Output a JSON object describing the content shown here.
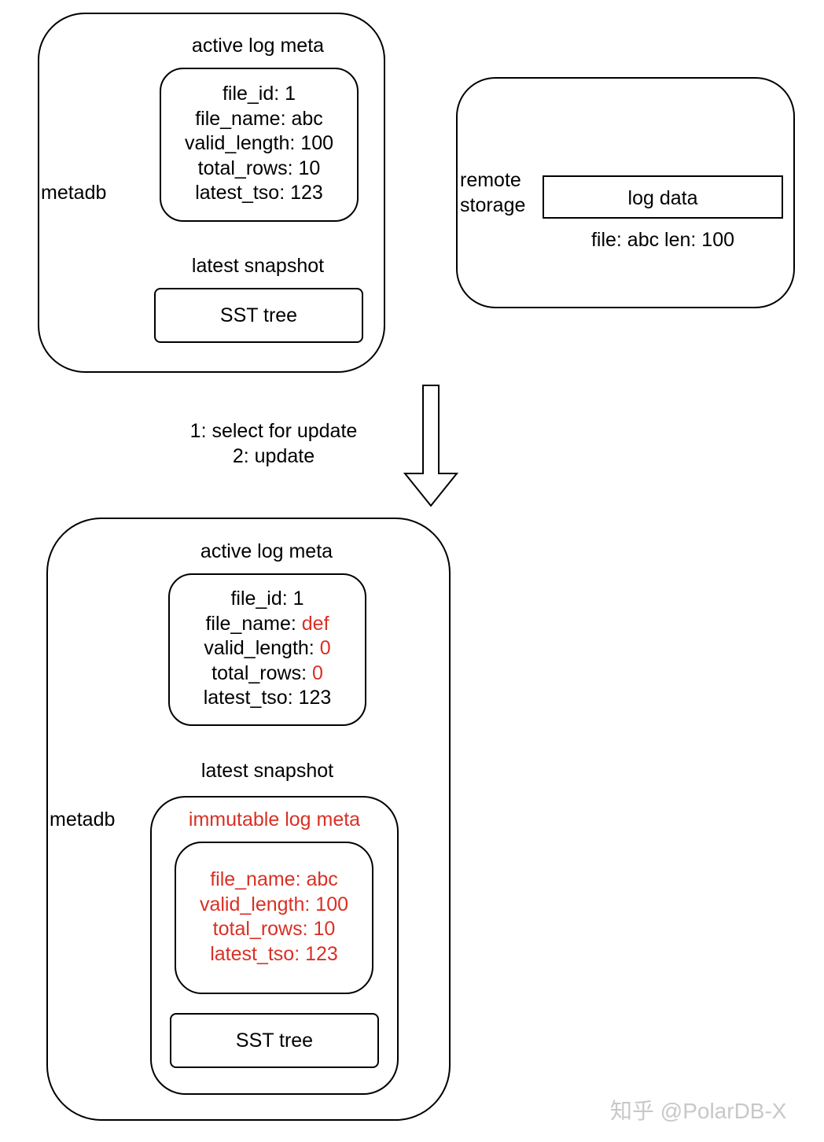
{
  "top": {
    "container_label": "metadb",
    "active_meta_title": "active log meta",
    "active_meta": {
      "file_id": "file_id: 1",
      "file_name": "file_name: abc",
      "valid_length": "valid_length: 100",
      "total_rows": "total_rows: 10",
      "latest_tso": "latest_tso: 123"
    },
    "snapshot_title": "latest snapshot",
    "sst_label": "SST tree"
  },
  "remote": {
    "label_line1": "remote",
    "label_line2": "storage",
    "log_data_label": "log data",
    "file_info": "file: abc len: 100"
  },
  "transition": {
    "step1": "1: select for update",
    "step2": "2: update"
  },
  "bottom": {
    "container_label": "metadb",
    "active_meta_title": "active log meta",
    "active_meta": {
      "file_id": "file_id: 1",
      "file_name_key": "file_name: ",
      "file_name_value": "def",
      "valid_length_key": "valid_length: ",
      "valid_length_value": "0",
      "total_rows_key": "total_rows: ",
      "total_rows_value": "0",
      "latest_tso": "latest_tso: 123"
    },
    "snapshot_title": "latest snapshot",
    "immutable_title": "immutable log meta",
    "immutable_meta": {
      "file_name": "file_name: abc",
      "valid_length": "valid_length: 100",
      "total_rows": "total_rows: 10",
      "latest_tso": "latest_tso: 123"
    },
    "sst_label": "SST tree"
  },
  "watermark": "知乎 @PolarDB-X",
  "colors": {
    "highlight": "#d93025",
    "stroke": "#000000",
    "background": "#ffffff"
  }
}
